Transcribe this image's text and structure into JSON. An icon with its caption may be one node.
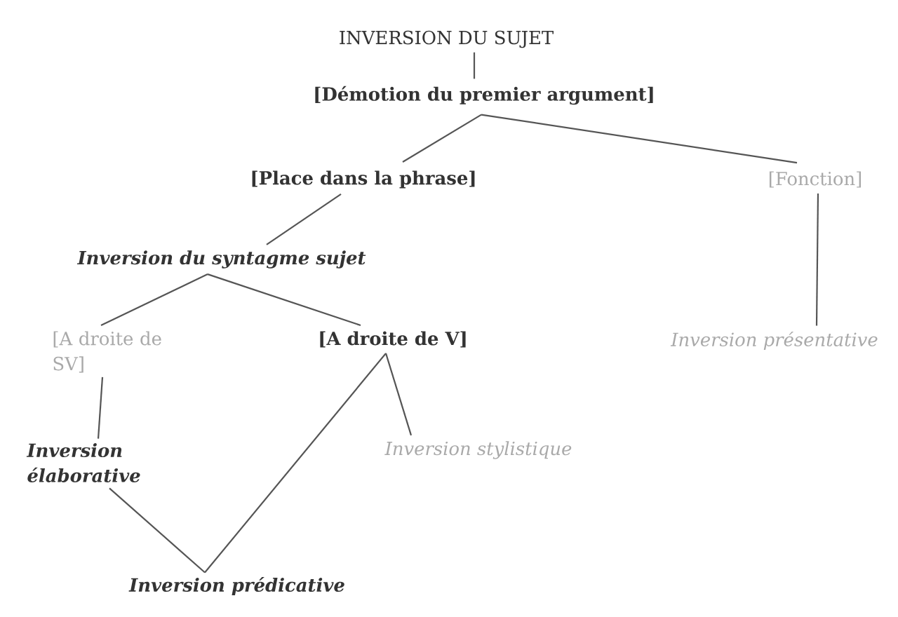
{
  "diagram": {
    "nodes": [
      {
        "text": [
          "INVERSION DU SUJET"
        ]
      },
      {
        "text": [
          "[Démotion du premier argument]"
        ]
      },
      {
        "text": [
          "[Place dans la phrase]"
        ]
      },
      {
        "text": [
          "[Fonction]"
        ]
      },
      {
        "text": [
          "Inversion du syntagme sujet"
        ]
      },
      {
        "text": [
          "[A droite de SV]"
        ]
      },
      {
        "text": [
          "[A droite de V]"
        ]
      },
      {
        "text": [
          "Inversion présentative"
        ]
      },
      {
        "text": [
          "Inversion élaborative"
        ]
      },
      {
        "text": [
          "Inversion stylistique"
        ]
      },
      {
        "text": [
          "Inversion prédicative"
        ]
      }
    ],
    "edges": [
      {
        "from": 0,
        "to": 1,
        "arrow": "none"
      },
      {
        "from": 1,
        "to": 2,
        "arrow": "none"
      },
      {
        "from": 1,
        "to": 3,
        "arrow": "none"
      },
      {
        "from": 2,
        "to": 4,
        "arrow": "none"
      },
      {
        "from": 4,
        "to": 5,
        "arrow": "none"
      },
      {
        "from": 4,
        "to": 6,
        "arrow": "none"
      },
      {
        "from": 5,
        "to": 8,
        "arrow": "none"
      },
      {
        "from": 3,
        "to": 7,
        "arrow": "none"
      },
      {
        "from": 6,
        "to": 10,
        "arrow": "none"
      },
      {
        "from": 6,
        "to": 9,
        "arrow": "none"
      },
      {
        "from": 8,
        "to": 10,
        "arrow": "none"
      }
    ]
  }
}
